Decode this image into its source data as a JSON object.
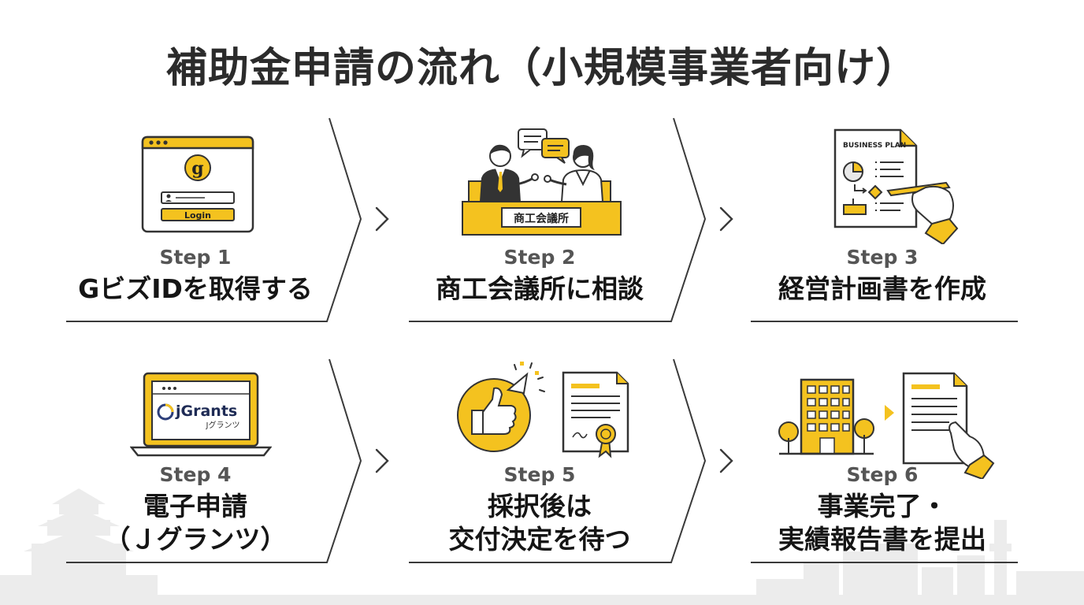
{
  "title": "補助金申請の流れ（小規模事業者向け）",
  "colors": {
    "accent": "#f4c21f",
    "line": "#3a3a3a",
    "skyline": "#e8e8e8"
  },
  "steps": [
    {
      "label": "Step 1",
      "title": "GビズIDを取得する",
      "icon": "login-window-icon",
      "icon_texts": {
        "logo_letter": "g",
        "button": "Login"
      }
    },
    {
      "label": "Step 2",
      "title": "商工会議所に相談",
      "icon": "consultation-icon",
      "icon_texts": {
        "desk_sign": "商工会議所"
      }
    },
    {
      "label": "Step 3",
      "title": "経営計画書を作成",
      "icon": "business-plan-icon",
      "icon_texts": {
        "doc_header": "BUSINESS PLAN"
      }
    },
    {
      "label": "Step 4",
      "title_lines": [
        "電子申請",
        "（Ｊグランツ）"
      ],
      "icon": "laptop-jgrants-icon",
      "icon_texts": {
        "brand": "jGrants",
        "brand_sub": "Jグランツ"
      }
    },
    {
      "label": "Step 5",
      "title_lines": [
        "採択後は",
        "交付決定を待つ"
      ],
      "icon": "approval-certificate-icon"
    },
    {
      "label": "Step 6",
      "title_lines": [
        "事業完了・",
        "実績報告書を提出"
      ],
      "icon": "building-report-icon"
    }
  ]
}
